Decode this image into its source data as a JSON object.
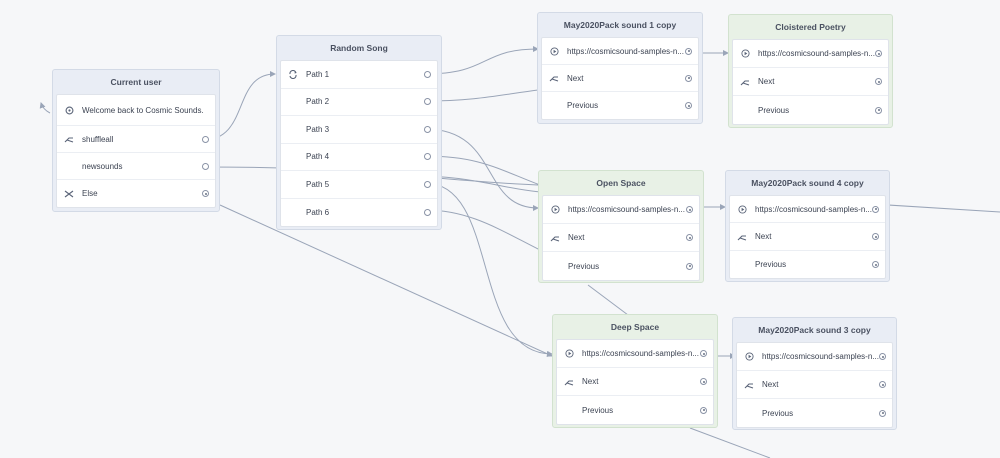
{
  "nodes": {
    "current_user": {
      "title": "Current user",
      "rows": [
        {
          "label": "Welcome back to Cosmic Sounds.",
          "icon": "speech-bubble-icon"
        },
        {
          "label": "shuffleall",
          "icon": "branch-icon"
        },
        {
          "label": "newsounds",
          "icon": ""
        },
        {
          "label": "Else",
          "icon": "shuffle-icon"
        }
      ]
    },
    "random_song": {
      "title": "Random Song",
      "rows": [
        {
          "label": "Path 1",
          "icon": "repeat-icon"
        },
        {
          "label": "Path 2",
          "icon": ""
        },
        {
          "label": "Path 3",
          "icon": ""
        },
        {
          "label": "Path 4",
          "icon": ""
        },
        {
          "label": "Path 5",
          "icon": ""
        },
        {
          "label": "Path 6",
          "icon": ""
        }
      ]
    },
    "may_sound_1": {
      "title": "May2020Pack sound 1 copy",
      "rows": [
        {
          "label": "https://cosmicsound-samples-n...",
          "icon": "play-icon"
        },
        {
          "label": "Next",
          "icon": "branch-icon"
        },
        {
          "label": "Previous",
          "icon": ""
        }
      ]
    },
    "cloistered": {
      "title": "Cloistered Poetry",
      "rows": [
        {
          "label": "https://cosmicsound-samples-n...",
          "icon": "play-icon"
        },
        {
          "label": "Next",
          "icon": "branch-icon"
        },
        {
          "label": "Previous",
          "icon": ""
        }
      ]
    },
    "open_space": {
      "title": "Open Space",
      "rows": [
        {
          "label": "https://cosmicsound-samples-n...",
          "icon": "play-icon"
        },
        {
          "label": "Next",
          "icon": "branch-icon"
        },
        {
          "label": "Previous",
          "icon": ""
        }
      ]
    },
    "may_sound_4": {
      "title": "May2020Pack sound 4 copy",
      "rows": [
        {
          "label": "https://cosmicsound-samples-n...",
          "icon": "play-icon"
        },
        {
          "label": "Next",
          "icon": "branch-icon"
        },
        {
          "label": "Previous",
          "icon": ""
        }
      ]
    },
    "deep_space": {
      "title": "Deep Space",
      "rows": [
        {
          "label": "https://cosmicsound-samples-n...",
          "icon": "play-icon"
        },
        {
          "label": "Next",
          "icon": "branch-icon"
        },
        {
          "label": "Previous",
          "icon": ""
        }
      ]
    },
    "may_sound_3": {
      "title": "May2020Pack sound 3 copy",
      "rows": [
        {
          "label": "https://cosmicsound-samples-n...",
          "icon": "play-icon"
        },
        {
          "label": "Next",
          "icon": "branch-icon"
        },
        {
          "label": "Previous",
          "icon": ""
        }
      ]
    }
  },
  "colors": {
    "wire": "#9aa5b8",
    "node_blue": "#e9edf5",
    "node_green": "#e8f1e6"
  }
}
